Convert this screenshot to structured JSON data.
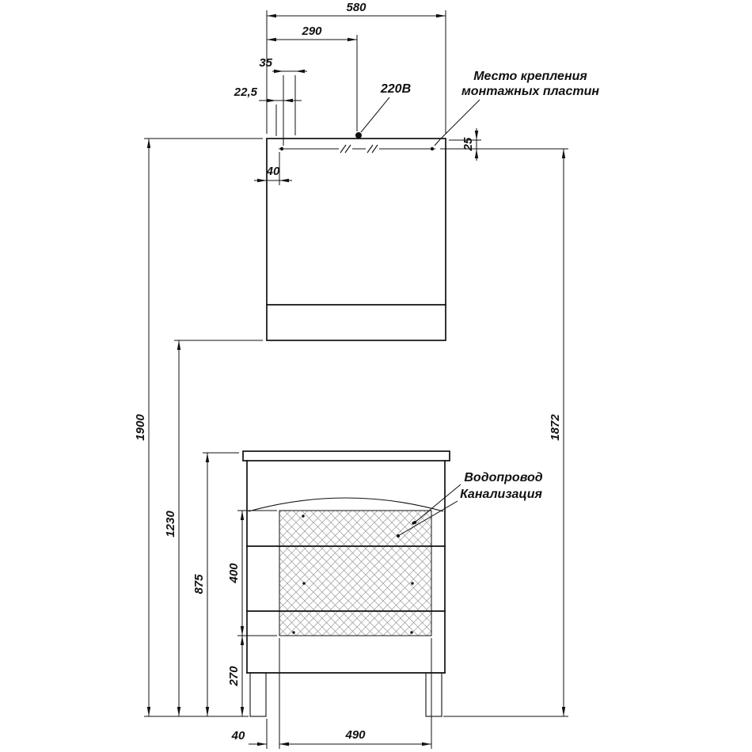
{
  "drawing": {
    "title": "installation-dimensions-drawing",
    "annotations": {
      "power": "220В",
      "mounting_line1": "Место крепления",
      "mounting_line2": "монтажных пластин",
      "water": "Водопровод",
      "sewer": "Канализация"
    },
    "dimensions": {
      "top_width": "580",
      "power_offset": "290",
      "plate_offset_a": "35",
      "plate_offset_b": "22,5",
      "plate_top_offset": "25",
      "plate_side_offset": "40",
      "total_height": "1900",
      "wall_mount_height": "1872",
      "mirror_bottom_height": "1230",
      "vanity_height": "875",
      "service_zone_height": "400",
      "service_zone_floor_offset": "270",
      "bottom_offset": "40",
      "service_zone_width": "490"
    },
    "colors": {
      "line": "#111111",
      "background": "#ffffff",
      "hatch": "#999999"
    }
  }
}
